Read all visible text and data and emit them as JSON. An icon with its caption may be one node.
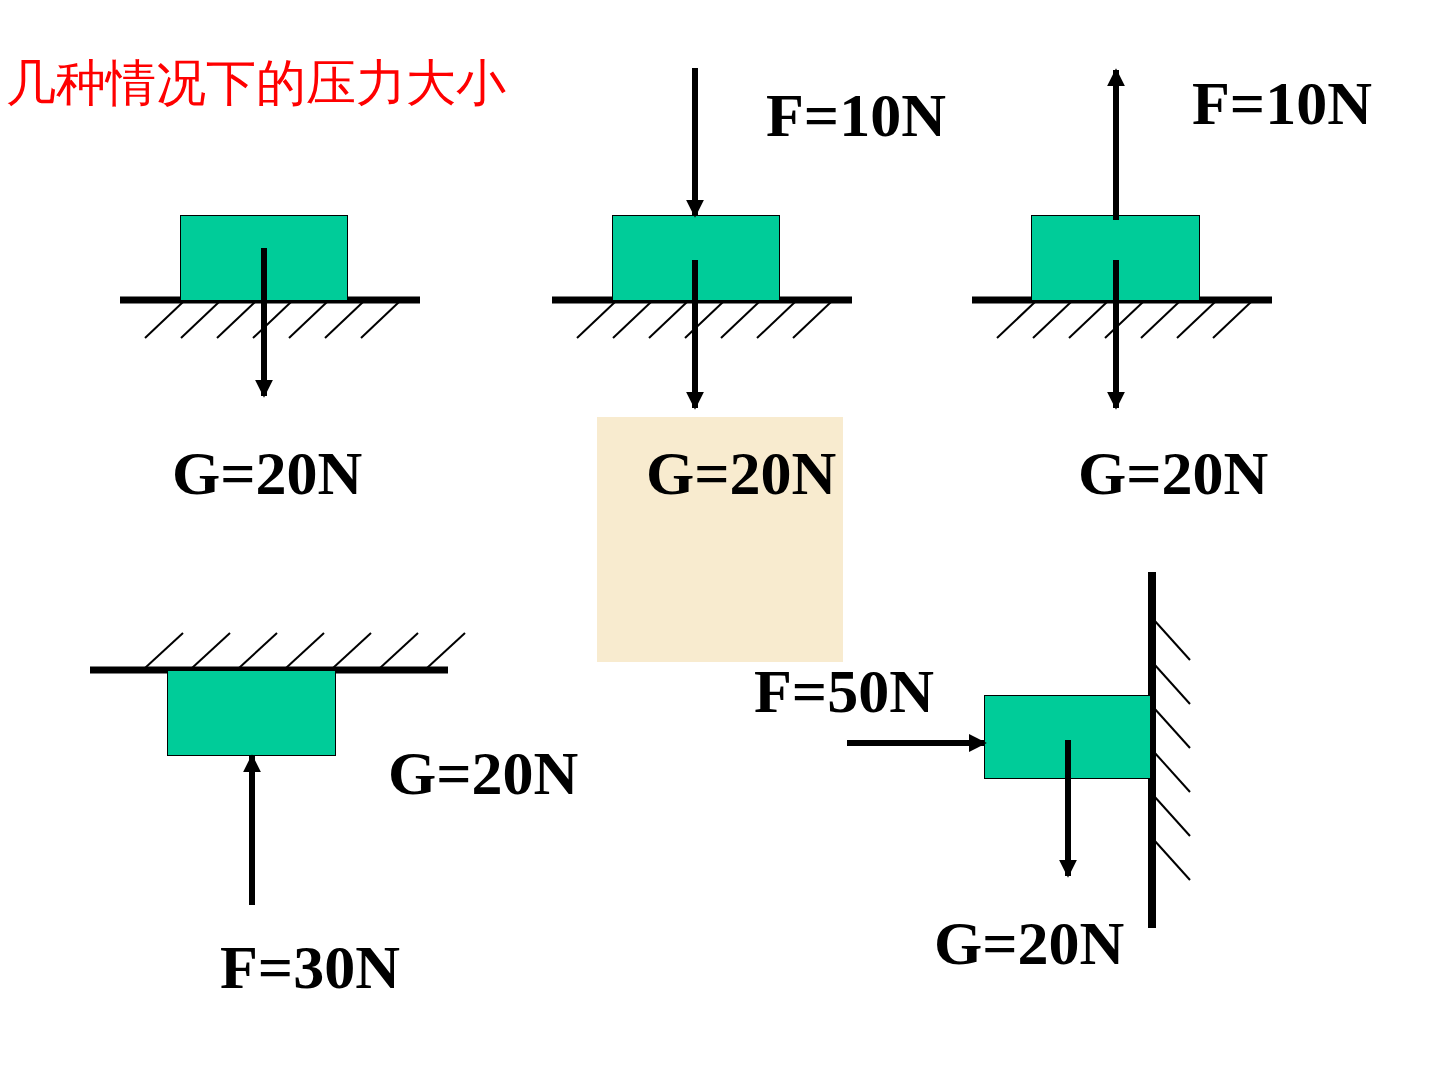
{
  "diagram": {
    "title": "几种情况下的压力大小",
    "nodes": [
      {
        "text": [],
        "shape": "box"
      },
      {
        "text": [],
        "shape": "box"
      },
      {
        "text": [],
        "shape": "box"
      },
      {
        "text": [],
        "shape": "box"
      },
      {
        "text": [],
        "shape": "box"
      }
    ],
    "labels": [
      "F=10N",
      "F=10N",
      "G=20N",
      "G=20N",
      "G=20N",
      "F=50N",
      "G=20N",
      "G=20N",
      "F=30N"
    ]
  }
}
